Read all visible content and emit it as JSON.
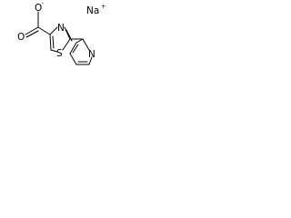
{
  "molecule": {
    "atom_labels": {
      "carboxylate_o_top": "O",
      "carboxylate_o_left": "O",
      "thiazole_n": "N",
      "thiazole_s": "S",
      "pyridine_n": "N",
      "sodium": "Na"
    },
    "charges": {
      "carboxylate_o_top": "-",
      "sodium": "+"
    }
  }
}
